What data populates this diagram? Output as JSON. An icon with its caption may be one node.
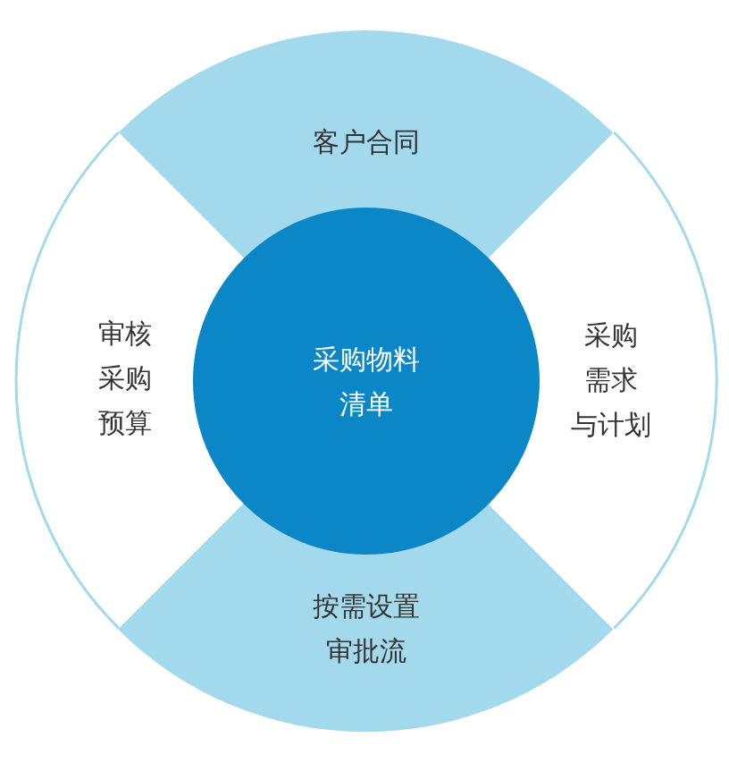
{
  "diagram": {
    "nodes": [
      {
        "text": [
          "客户合同"
        ]
      },
      {
        "text": [
          "审核采购预算"
        ]
      },
      {
        "text": [
          "采购物料清单"
        ]
      },
      {
        "text": [
          "采购需求与计划"
        ]
      },
      {
        "text": [
          "按需设置审批流"
        ]
      }
    ]
  }
}
